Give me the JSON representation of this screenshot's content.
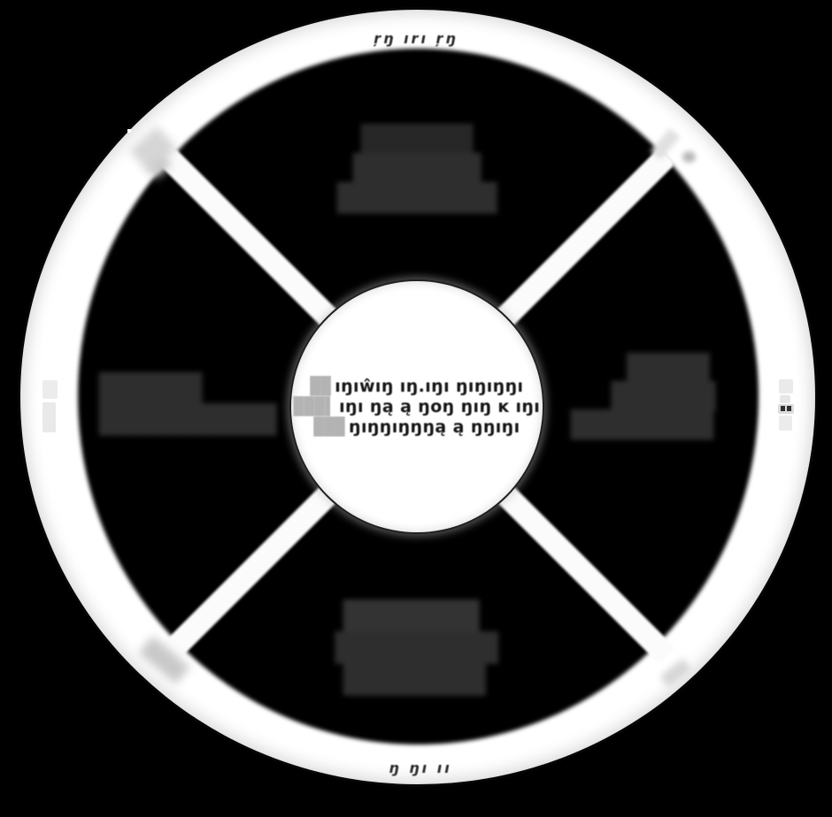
{
  "figure": {
    "type": "wheel-diagram",
    "description": "white circular ring with X spokes and center hub on black background; all text is blurred and illegible",
    "background_color": "#000000",
    "ring_color": "#ffffff",
    "quadrant_text_color": "#2e2e2e",
    "center_text_color": "#161616",
    "faded_mark_color": "#ececec"
  },
  "ring": {
    "top_label": "ŗŋ ırı ŗŋ",
    "bottom_label": "ŋ ŋı ıı"
  },
  "center": {
    "lines": [
      {
        "prefix": "██",
        "text": "ıŋıŵıŋ ıŋ.ıŋı ŋıŋıŋŋı"
      },
      {
        "prefix": "███▌",
        "text": "ıŋı ŋą ą ŋoŋ ŋıŋ ĸ ıŋı"
      },
      {
        "prefix": "███",
        "text": "ŋıŋŋıŋŋŋą ą ŋŋıŋı"
      }
    ]
  },
  "quadrants": {
    "top": {
      "lines": [
        "███████",
        "████████",
        "██████████"
      ]
    },
    "left": {
      "lines": [
        "██████▎",
        "██████████▊"
      ]
    },
    "right": {
      "lines": [
        "█████▍",
        "██████▊",
        "█████████▎"
      ]
    },
    "bottom": {
      "lines": [
        "████████▎",
        "█████████▉",
        "████████▋"
      ]
    }
  }
}
